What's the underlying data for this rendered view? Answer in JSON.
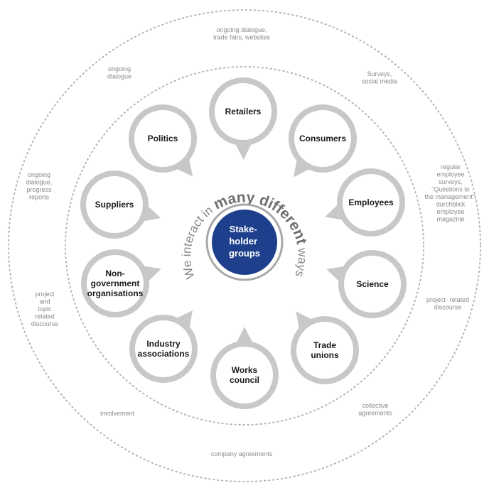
{
  "colors": {
    "bubble_ring": "#c8c8c8",
    "dotted_ring": "#b5b5b5",
    "center_fill": "#1d3f8c",
    "center_ring": "#a8a8a8",
    "label_text": "#1a1a1a",
    "channel_text": "#8a8a8a"
  },
  "center": {
    "lines": [
      "Stake-",
      "holder",
      "groups"
    ]
  },
  "slogan": {
    "part1": "We interact in ",
    "part2": "many different",
    "part3": " ways"
  },
  "nodes": [
    {
      "id": "retailers",
      "lines": [
        "Retailers"
      ]
    },
    {
      "id": "consumers",
      "lines": [
        "Consumers"
      ]
    },
    {
      "id": "employees",
      "lines": [
        "Employees"
      ]
    },
    {
      "id": "science",
      "lines": [
        "Science"
      ]
    },
    {
      "id": "trade-unions",
      "lines": [
        "Trade",
        "unions"
      ]
    },
    {
      "id": "works-council",
      "lines": [
        "Works",
        "council"
      ]
    },
    {
      "id": "industry-associations",
      "lines": [
        "Industry",
        "associations"
      ]
    },
    {
      "id": "ngo",
      "lines": [
        "Non-",
        "government",
        "organisations"
      ]
    },
    {
      "id": "suppliers",
      "lines": [
        "Suppliers"
      ]
    },
    {
      "id": "politics",
      "lines": [
        "Politics"
      ]
    }
  ],
  "channels": [
    {
      "id": "retailers",
      "lines": [
        "ongoing dialogue,",
        "trade fairs, websites"
      ]
    },
    {
      "id": "consumers",
      "lines": [
        "Surveys,",
        "social media"
      ]
    },
    {
      "id": "employees",
      "lines": [
        "regular",
        "employee",
        "surveys,",
        "“Questions to",
        "the management”,",
        "durchblick",
        "employee",
        "magazine"
      ]
    },
    {
      "id": "science",
      "lines": [
        "project- related",
        "discourse"
      ]
    },
    {
      "id": "trade-unions",
      "lines": [
        "collective",
        "agreements"
      ]
    },
    {
      "id": "works-council",
      "lines": [
        "company agreements"
      ]
    },
    {
      "id": "industry-associations",
      "lines": [
        "involvement"
      ]
    },
    {
      "id": "ngo",
      "lines": [
        "project",
        "and",
        "topic",
        "related",
        "discourse"
      ]
    },
    {
      "id": "suppliers",
      "lines": [
        "ongoing",
        "dialogue,",
        "progress",
        "reports"
      ]
    },
    {
      "id": "politics",
      "lines": [
        "ongoing",
        "dialogue"
      ]
    }
  ]
}
